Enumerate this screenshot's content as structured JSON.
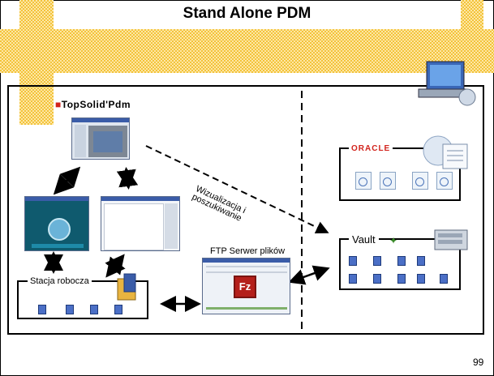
{
  "title": "Stand Alone PDM",
  "logo_text": "TopSolid'Pdm",
  "oracle_label": "ORACLE",
  "arrow_label_line1": "Wizualizacja i",
  "arrow_label_line2": "poszukiwanie",
  "ftp_label": "FTP Serwer plików",
  "vault_label": "Vault",
  "workstation_label": "Stacja robocza",
  "page_number": "99",
  "colors": {
    "checker_light": "#fde7a6",
    "checker_dark": "#f3c33a",
    "oracle_red": "#d2231c",
    "file_blue": "#4b6fc6"
  }
}
